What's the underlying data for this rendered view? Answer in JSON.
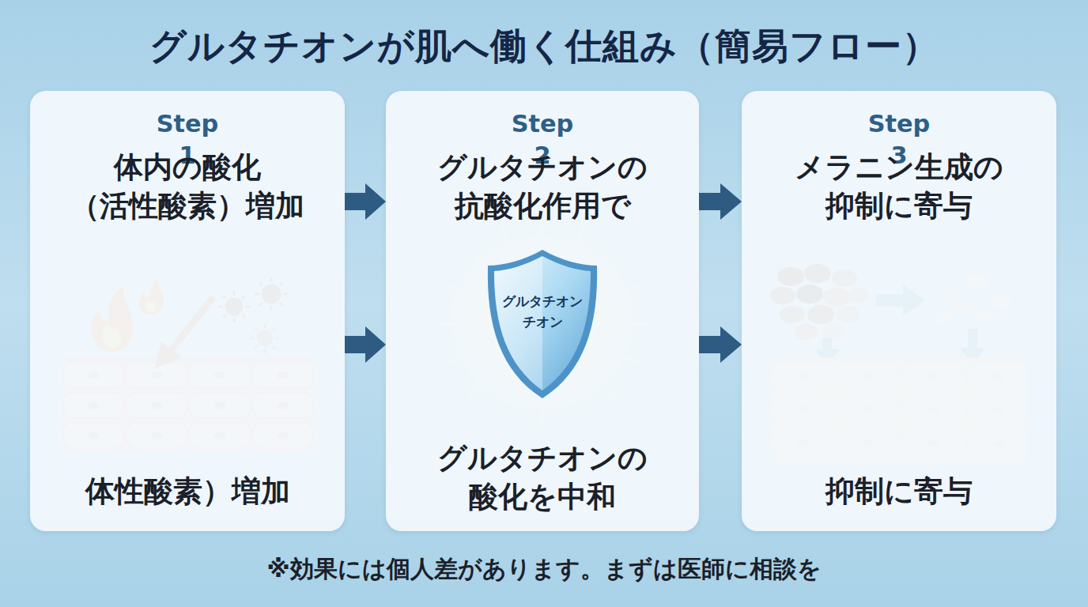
{
  "diagram": {
    "title": "グルタチオンが肌へ働く仕組み（簡易フロー）",
    "caption": "※効果には個人差があります。まずは医師に相談を",
    "nodes": [
      {
        "text": [
          "Step 1",
          "体内の酸化 （活性酸素）増加",
          "体性酸素）増加"
        ]
      },
      {
        "text": [
          "Step 2",
          "グルタチオンの 抗酸化作用で",
          "グルタチオンの 酸化を中和"
        ]
      },
      {
        "text": [
          "グルタチオン チオン"
        ],
        "in": 1
      },
      {
        "text": [
          "Step 3",
          "メラニン生成の 抑制に寄与",
          "抑制に寄与"
        ]
      }
    ],
    "edges": [
      {
        "from": 0,
        "to": 1,
        "arrow": "to"
      },
      {
        "from": 0,
        "to": 1,
        "arrow": "to"
      },
      {
        "from": 1,
        "to": 3,
        "arrow": "to"
      },
      {
        "from": 1,
        "to": 3,
        "arrow": "to"
      }
    ]
  }
}
